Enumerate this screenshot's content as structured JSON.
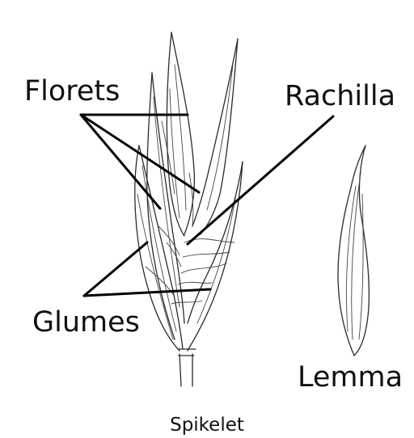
{
  "labels": {
    "florets": "Florets",
    "rachilla": "Rachilla",
    "glumes": "Glumes",
    "lemma": "Lemma"
  },
  "caption": "Spikelet"
}
